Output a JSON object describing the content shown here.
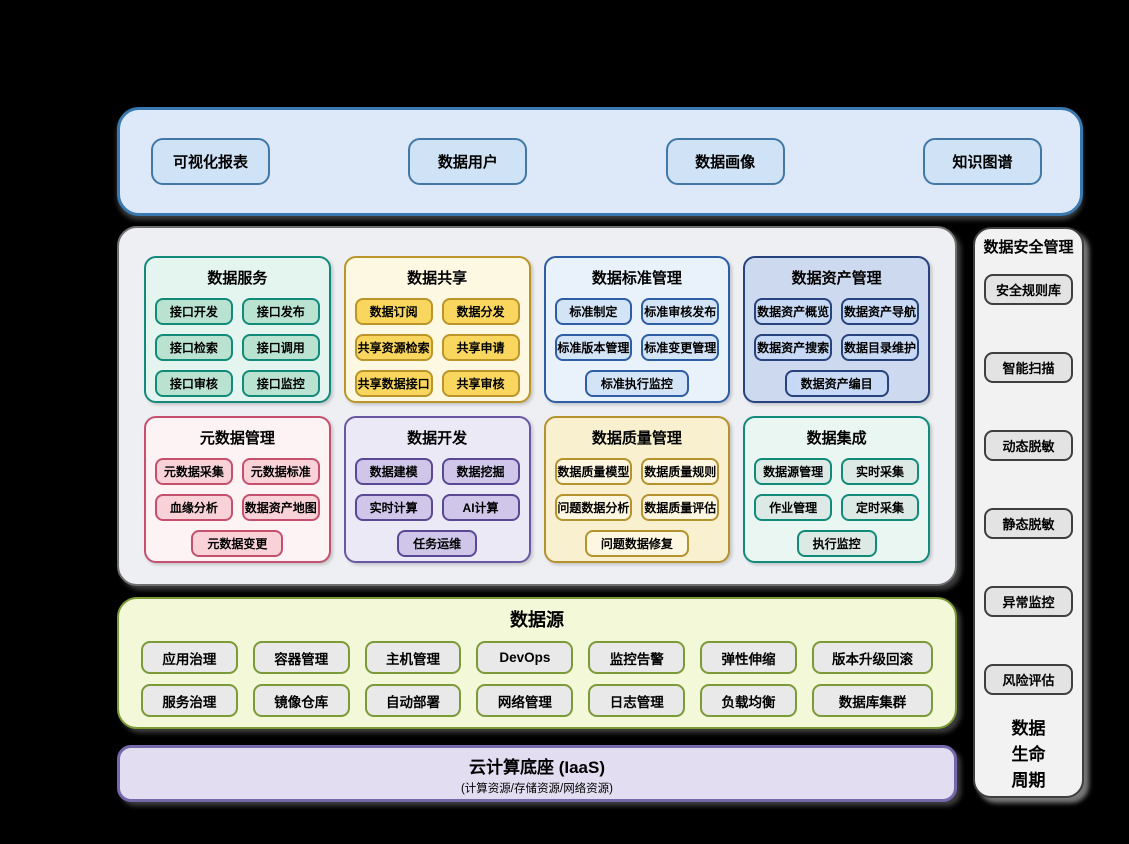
{
  "app_layer": {
    "buttons": [
      "可视化报表",
      "数据用户",
      "数据画像",
      "知识图谱"
    ]
  },
  "platform_layer": {
    "boxes": [
      {
        "title": "数据服务",
        "buttons": [
          "接口开发",
          "接口发布",
          "接口检索",
          "接口调用",
          "接口审核",
          "接口监控"
        ]
      },
      {
        "title": "数据共享",
        "buttons": [
          "数据订阅",
          "数据分发",
          "共享资源检索",
          "共享申请",
          "共享数据接口",
          "共享审核"
        ]
      },
      {
        "title": "数据标准管理",
        "buttons": [
          "标准制定",
          "标准审核发布",
          "标准版本管理",
          "标准变更管理",
          "标准执行监控"
        ]
      },
      {
        "title": "数据资产管理",
        "buttons": [
          "数据资产概览",
          "数据资产导航",
          "数据资产搜索",
          "数据目录维护",
          "数据资产编目"
        ]
      },
      {
        "title": "元数据管理",
        "buttons": [
          "元数据采集",
          "元数据标准",
          "血缘分析",
          "数据资产地图",
          "元数据变更"
        ]
      },
      {
        "title": "数据开发",
        "buttons": [
          "数据建模",
          "数据挖掘",
          "实时计算",
          "AI计算",
          "任务运维"
        ]
      },
      {
        "title": "数据质量管理",
        "buttons": [
          "数据质量模型",
          "数据质量规则",
          "问题数据分析",
          "数据质量评估",
          "问题数据修复"
        ]
      },
      {
        "title": "数据集成",
        "buttons": [
          "数据源管理",
          "实时采集",
          "作业管理",
          "定时采集",
          "执行监控"
        ]
      }
    ]
  },
  "datasource_layer": {
    "title": "数据源",
    "row1": [
      "应用治理",
      "容器管理",
      "主机管理",
      "DevOps",
      "监控告警",
      "弹性伸缩",
      "版本升级回滚"
    ],
    "row2": [
      "服务治理",
      "镜像仓库",
      "自动部署",
      "网络管理",
      "日志管理",
      "负载均衡",
      "数据库集群"
    ]
  },
  "iaas_layer": {
    "title": "云计算底座 (IaaS)",
    "subtitle": "(计算资源/存储资源/网络资源)"
  },
  "security_panel": {
    "title": "数据安全管理",
    "buttons": [
      "安全规则库",
      "智能扫描",
      "动态脱敏",
      "静态脱敏",
      "异常监控",
      "风险评估"
    ],
    "footer_lines": [
      "数据",
      "生命",
      "周期"
    ]
  },
  "palette": {
    "background": "#000000",
    "app_layer_bg": "#dde9f8",
    "app_layer_border": "#3a78b0",
    "app_button_bg": "#cfe2f6",
    "platform_bg": "#edeff3",
    "platform_border": "#6f6f6f",
    "teal_border": "#128a7a",
    "teal_btn": "#b9e2d1",
    "gold_border": "#bb9529",
    "gold_btn": "#f9d75e",
    "blue_light_border": "#2d5da2",
    "blue_light_btn": "#d4e4f7",
    "blue_dark_border": "#27427c",
    "blue_dark_bg": "#cdd9ee",
    "blue_dark_btn": "#c7d9f4",
    "pink_border": "#c5506e",
    "pink_btn": "#f9d2d8",
    "purple_border": "#6a57a3",
    "purple_btn": "#cfc6e9",
    "cream_border": "#b5922e",
    "cream_btn": "#fdf6e0",
    "mint_border": "#128a7a",
    "mint_btn": "#dde9e4",
    "datasource_bg": "#f3f8d9",
    "datasource_border": "#7b9a38",
    "datasource_btn": "#e9e9e9",
    "iaas_bg": "#e2ddf0",
    "iaas_border": "#7668ac",
    "security_bg": "#f2f2f2",
    "security_border": "#3f3f3f",
    "security_btn": "#e3e3e3"
  }
}
